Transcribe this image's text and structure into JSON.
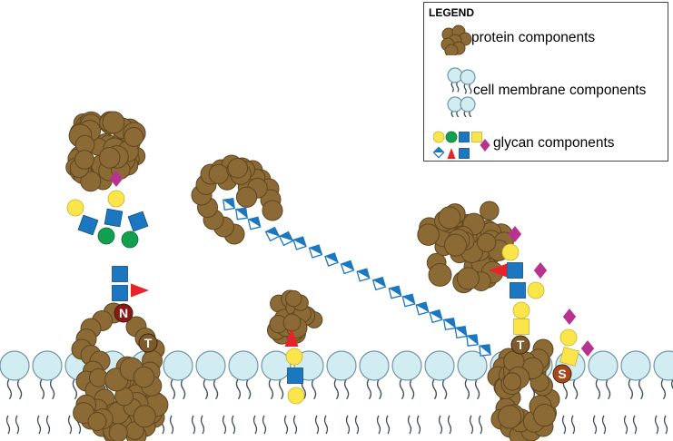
{
  "legend": {
    "title": "LEGEND",
    "items": [
      {
        "name": "protein",
        "label": "protein components"
      },
      {
        "name": "membrane",
        "label": "cell membrane components"
      },
      {
        "name": "glycan",
        "label": "glycan components"
      }
    ]
  },
  "site_labels": {
    "n": "N",
    "t1": "T",
    "t2": "T",
    "s": "S"
  },
  "colors": {
    "protein": "#8B6A35",
    "protein_outline": "#5E4620",
    "lipid_fill": "#D2EDF2",
    "lipid_outline": "#6E96A3",
    "glycan_yellow": "#FAE64B",
    "glycan_blue": "#1A77C0",
    "glycan_green": "#12A050",
    "glycan_red": "#E8222A",
    "glycan_magenta": "#B83391",
    "site_n": "#8B1818",
    "site_t": "#7E5A2C",
    "site_s": "#A6481A"
  }
}
